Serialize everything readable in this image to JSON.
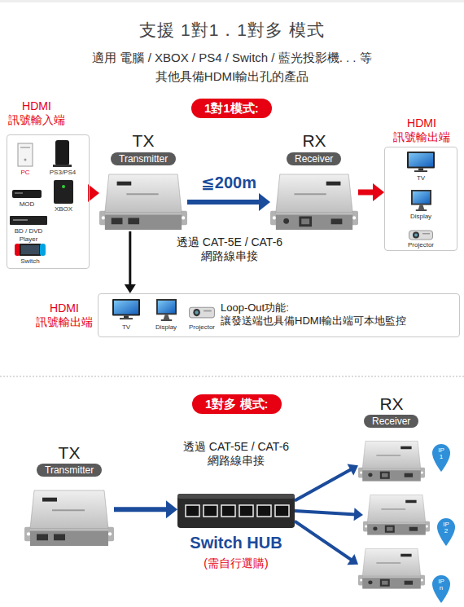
{
  "diagram": {
    "title": "支援 1對1．1對多 模式",
    "nodes": [
      {
        "text": [
          "1對1模式:"
        ]
      },
      {
        "text": [
          "HDMI 訊號輸入端"
        ]
      },
      {
        "text": [
          "TX",
          "Transmitter"
        ]
      },
      {
        "text": [
          "RX",
          "Receiver"
        ]
      },
      {
        "text": [
          "HDMI 訊號輸出端"
        ]
      },
      {
        "text": [
          "HDMI 訊號輸出端",
          "Loop-Out功能: 讓發送端也具備HDMI輸出端可本地監控"
        ]
      },
      {
        "text": [
          "1對多 模式:"
        ]
      },
      {
        "text": [
          "TX",
          "Transmitter"
        ]
      },
      {
        "text": [
          "Switch HUB",
          "(需自行選購)"
        ]
      },
      {
        "text": [
          "RX",
          "Receiver",
          "IP 1"
        ]
      },
      {
        "text": [
          "IP 2"
        ]
      },
      {
        "text": [
          "IP n"
        ]
      }
    ],
    "edges": [
      {
        "from": 1,
        "to": 2,
        "arrow": "to"
      },
      {
        "from": 2,
        "to": 3,
        "arrow": "to",
        "label": "≦200m"
      },
      {
        "from": 3,
        "to": 4,
        "arrow": "to"
      },
      {
        "from": 2,
        "to": 5,
        "arrow": "to"
      },
      {
        "from": 7,
        "to": 8,
        "arrow": "to"
      },
      {
        "from": 8,
        "to": 9,
        "arrow": "to"
      },
      {
        "from": 8,
        "to": 10,
        "arrow": "to"
      },
      {
        "from": 8,
        "to": 11,
        "arrow": "to"
      }
    ],
    "labels": [
      "適用 電腦 / XBOX / PS4 / Switch / 藍光投影機. . . 等",
      "其他具備HDMI輸出孔的產品",
      "PC",
      "PS3/PS4",
      "MOD",
      "XBOX",
      "BD / DVD Player",
      "Switch",
      "TV",
      "Display",
      "Projector",
      "透過 CAT-5E / CAT-6 網路線串接",
      "TV",
      "Display",
      "Projector",
      "透過 CAT-5E / CAT-6 網路線串接"
    ]
  }
}
